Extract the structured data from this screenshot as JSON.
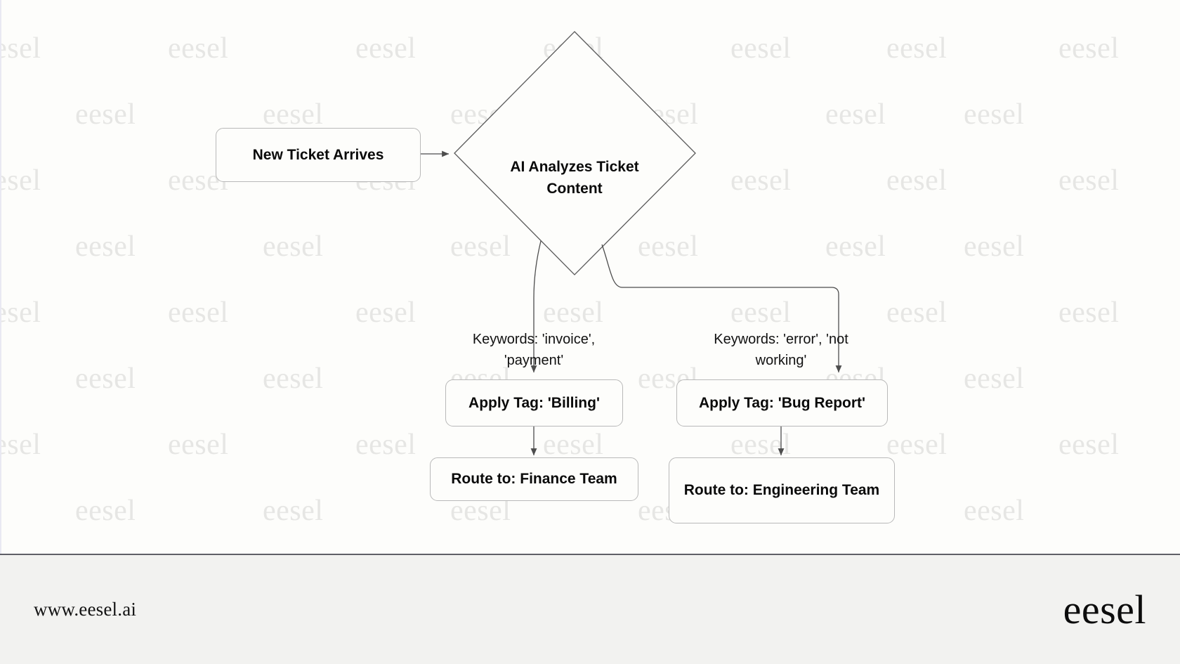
{
  "page": {
    "background_color": "#fdfdfb",
    "node_border_color": "#b9b9b9",
    "edge_color": "#4d4d4d",
    "text_color": "#0a0a0a"
  },
  "diagram": {
    "type": "flowchart",
    "title": "AI Ticket Triage Flowchart",
    "nodes": [
      {
        "id": "start",
        "label": "New Ticket Arrives",
        "shape": "rounded-rect"
      },
      {
        "id": "decision",
        "label": "AI Analyzes Ticket\nContent",
        "shape": "diamond"
      },
      {
        "id": "tag_billing",
        "label": "Apply Tag: 'Billing'",
        "shape": "rounded-rect"
      },
      {
        "id": "tag_bug",
        "label": "Apply Tag: 'Bug Report'",
        "shape": "rounded-rect"
      },
      {
        "id": "route_fin",
        "label": "Route to: Finance Team",
        "shape": "rounded-rect"
      },
      {
        "id": "route_eng",
        "label": "Route to: Engineering\nTeam",
        "shape": "rounded-rect"
      }
    ],
    "edges": [
      {
        "from": "start",
        "to": "decision",
        "label": ""
      },
      {
        "from": "decision",
        "to": "tag_billing",
        "label": "Keywords: 'invoice',\n'payment'"
      },
      {
        "from": "decision",
        "to": "tag_bug",
        "label": "Keywords: 'error', 'not\nworking'"
      },
      {
        "from": "tag_billing",
        "to": "route_fin",
        "label": ""
      },
      {
        "from": "tag_bug",
        "to": "route_eng",
        "label": ""
      }
    ]
  },
  "watermark": {
    "text": "eesel",
    "color": "#e6e6e4"
  },
  "footer": {
    "url": "www.eesel.ai",
    "logo": "eesel"
  }
}
